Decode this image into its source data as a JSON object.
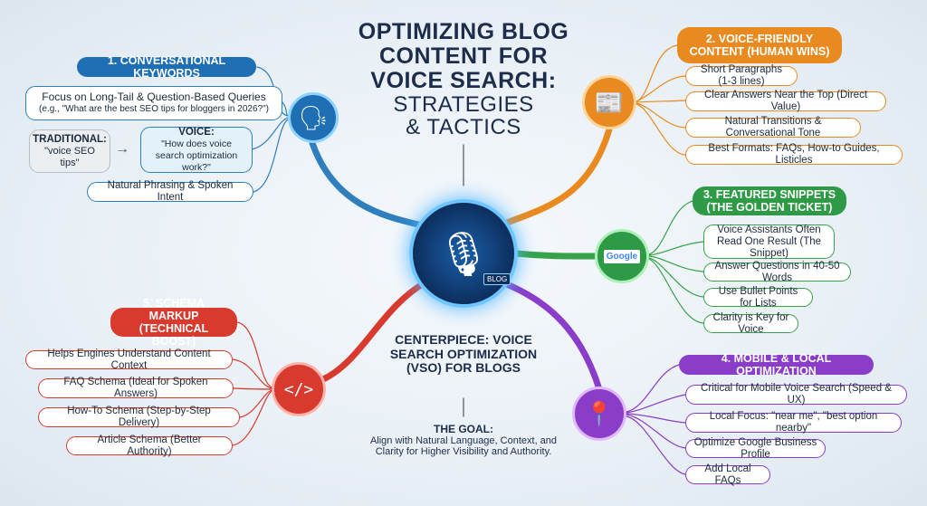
{
  "title": {
    "line1": "OPTIMIZING BLOG",
    "line2": "CONTENT FOR",
    "line3": "VOICE SEARCH:",
    "line4": "STRATEGIES",
    "line5": "& TACTICS"
  },
  "center": {
    "heading": "CENTERPIECE: VOICE SEARCH OPTIMIZATION (VSO) FOR BLOGS",
    "goal_label": "THE GOAL:",
    "goal_text": "Align with Natural Language, Context, and Clarity for Higher Visibility and Authority.",
    "badge": "BLOG"
  },
  "sections": {
    "s1": {
      "header": "1. CONVERSATIONAL KEYWORDS",
      "focus": "Focus on Long-Tail & Question-Based Queries",
      "focus_example": "(e.g., \"What are the best SEO tips for bloggers in 2026?\")",
      "traditional_label": "TRADITIONAL:",
      "traditional_text": "\"voice SEO tips\"",
      "voice_label": "VOICE:",
      "voice_text": "\"How does voice search optimization work?\"",
      "natural": "Natural Phrasing & Spoken Intent",
      "color": "#1f6fb5"
    },
    "s2": {
      "header": "2. VOICE-FRIENDLY CONTENT (HUMAN WINS)",
      "items": [
        "Short Paragraphs (1-3 lines)",
        "Clear Answers Near the Top (Direct Value)",
        "Natural Transitions & Conversational Tone",
        "Best Formats: FAQs, How-to Guides, Listicles"
      ],
      "color": "#e98a20"
    },
    "s3": {
      "header": "3. FEATURED SNIPPETS (THE GOLDEN TICKET)",
      "items": [
        "Voice Assistants Often Read One Result (The Snippet)",
        "Answer Questions in 40-50 Words",
        "Use Bullet Points for Lists",
        "Clarity is Key for Voice"
      ],
      "icon_text": "Google",
      "color": "#2f9a45"
    },
    "s4": {
      "header": "4. MOBILE & LOCAL OPTIMIZATION",
      "items": [
        "Critical for Mobile Voice Search (Speed & UX)",
        "Local Focus: \"near me\", \"best option nearby\"",
        "Optimize Google Business Profile",
        "Add Local FAQs"
      ],
      "color": "#8a3dc8"
    },
    "s5": {
      "header": "5. SCHEMA MARKUP (TECHNICAL BOOST)",
      "items": [
        "Helps Engines Understand Content Context",
        "FAQ Schema (Ideal for Spoken Answers)",
        "How-To Schema (Step-by-Step Delivery)",
        "Article Schema (Better Authority)"
      ],
      "color": "#d83a2e"
    }
  }
}
